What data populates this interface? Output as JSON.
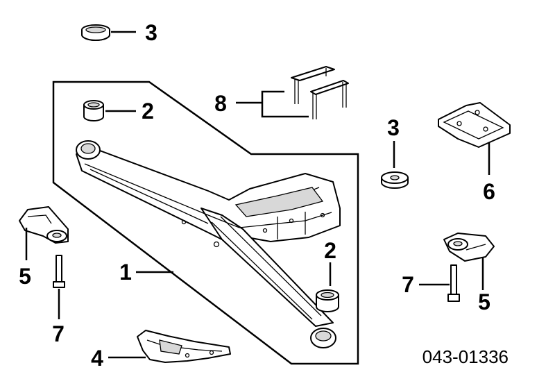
{
  "diagram": {
    "callouts": [
      {
        "id": "c1",
        "text": "1"
      },
      {
        "id": "c2a",
        "text": "2"
      },
      {
        "id": "c2b",
        "text": "2"
      },
      {
        "id": "c3a",
        "text": "3"
      },
      {
        "id": "c3b",
        "text": "3"
      },
      {
        "id": "c4",
        "text": "4"
      },
      {
        "id": "c5a",
        "text": "5"
      },
      {
        "id": "c5b",
        "text": "5"
      },
      {
        "id": "c6",
        "text": "6"
      },
      {
        "id": "c7a",
        "text": "7"
      },
      {
        "id": "c7b",
        "text": "7"
      },
      {
        "id": "c8",
        "text": "8"
      }
    ],
    "reference_code": "043-01336"
  }
}
